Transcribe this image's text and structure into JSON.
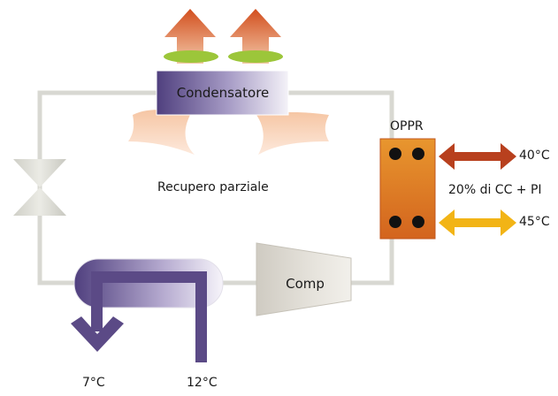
{
  "diagram": {
    "condenser_label": "Condensatore",
    "compressor_label": "Comp",
    "center_label": "Recupero parziale",
    "exchanger_label": "OPPR",
    "ratio_label": "20% di CC + PI",
    "hot_out_temp": "40°C",
    "hot_in_temp": "45°C",
    "chilled_out_temp": "7°C",
    "chilled_in_temp": "12°C"
  },
  "colors": {
    "pipe": "#d8d8d2",
    "heat_arrow": "#d4562a",
    "fan_ellipse": "#9cc63a",
    "condenser": "#5b4a86",
    "exchanger": "#e08a2a",
    "arrow_hot": "#b8401e",
    "arrow_warm": "#f2b416",
    "evaporator": "#5b4a86",
    "compressor": "#d7d4cc"
  }
}
